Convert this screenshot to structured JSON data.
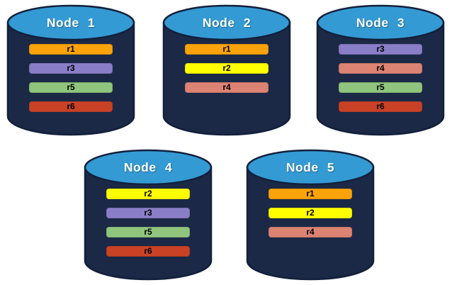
{
  "diagram": {
    "background": "#FFFFFF",
    "cylinder": {
      "body_color": "#1B2946",
      "top_color": "#349AD3",
      "outline_color": "#12203C",
      "label_color": "#FFFFFF"
    },
    "bar_text_color": "#000000",
    "replica_colors": {
      "r1": "#FBA30A",
      "r2": "#FFFF00",
      "r3": "#8B7EC8",
      "r4": "#DD8373",
      "r5": "#90C57D",
      "r6": "#C94226"
    },
    "nodes": [
      {
        "label": "Node 1",
        "replicas": [
          "r1",
          "r3",
          "r5",
          "r6"
        ]
      },
      {
        "label": "Node 2",
        "replicas": [
          "r1",
          "r2",
          "r4"
        ]
      },
      {
        "label": "Node 3",
        "replicas": [
          "r3",
          "r4",
          "r5",
          "r6"
        ]
      },
      {
        "label": "Node 4",
        "replicas": [
          "r2",
          "r3",
          "r5",
          "r6"
        ]
      },
      {
        "label": "Node 5",
        "replicas": [
          "r1",
          "r2",
          "r4"
        ]
      }
    ]
  }
}
